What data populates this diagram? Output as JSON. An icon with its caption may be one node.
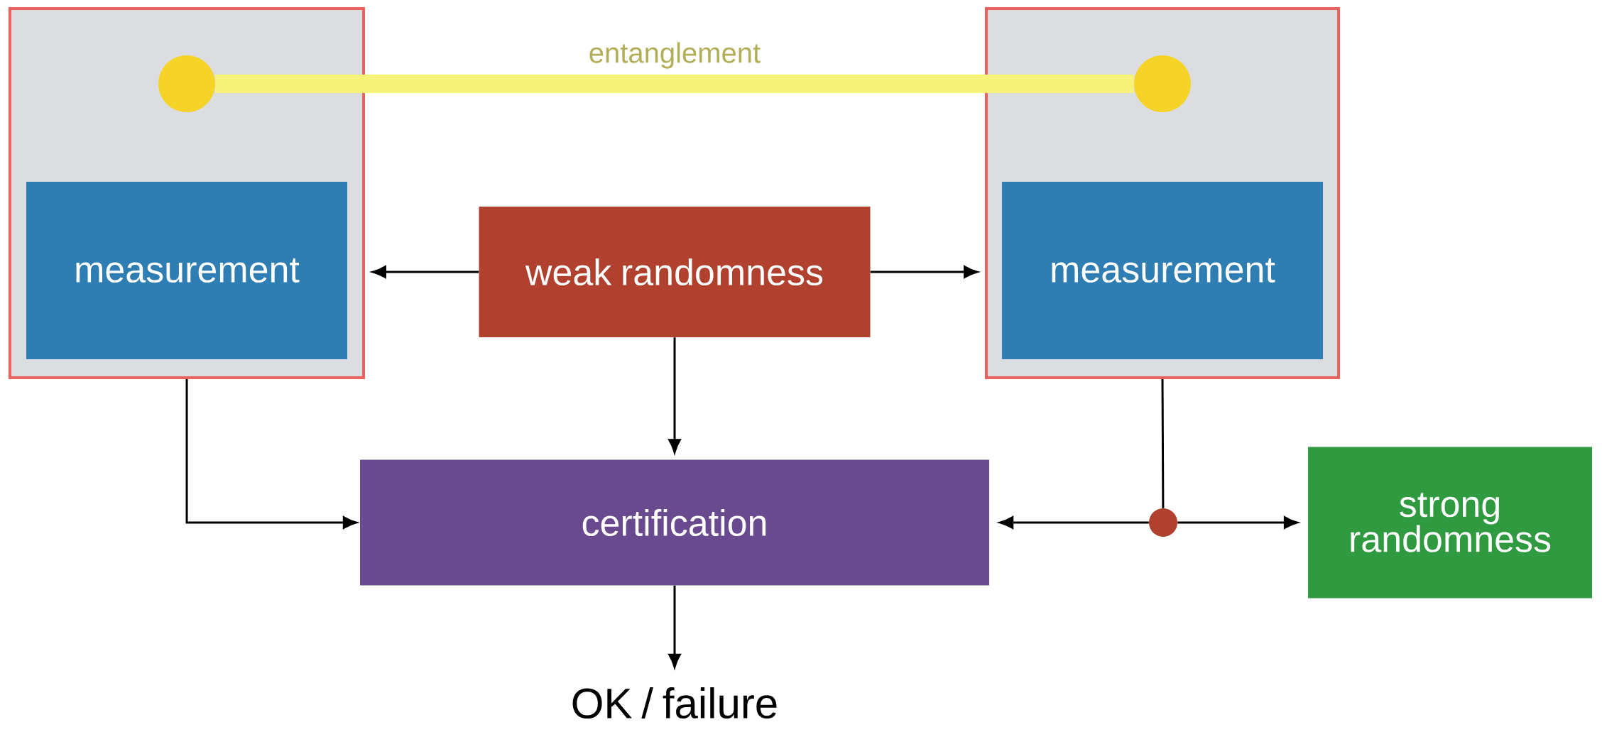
{
  "diagram": {
    "nodes": [
      {
        "text": [],
        "shape": "box"
      },
      {
        "text": [],
        "shape": "circle",
        "in": 0
      },
      {
        "text": [
          "measurement"
        ],
        "in": 0
      },
      {
        "text": [
          "weak randomness"
        ]
      },
      {
        "text": [],
        "shape": "box"
      },
      {
        "text": [],
        "shape": "circle",
        "in": 4
      },
      {
        "text": [
          "measurement"
        ],
        "in": 4
      },
      {
        "text": [
          "certification"
        ]
      },
      {
        "text": [],
        "shape": "circle"
      },
      {
        "text": [
          "strong randomness"
        ]
      },
      {
        "text": [
          "OK / failure"
        ]
      }
    ],
    "edges": [
      {
        "from": 1,
        "to": 5,
        "arrow": "none",
        "label": "entanglement",
        "style": "thick",
        "color": "#f7f27a"
      },
      {
        "from": 3,
        "to": 0,
        "arrow": "to"
      },
      {
        "from": 3,
        "to": 4,
        "arrow": "to"
      },
      {
        "from": 3,
        "to": 7,
        "arrow": "to"
      },
      {
        "from": 0,
        "to": 7,
        "arrow": "to"
      },
      {
        "from": 4,
        "to": 8,
        "arrow": "none"
      },
      {
        "from": 8,
        "to": 7,
        "arrow": "to"
      },
      {
        "from": 8,
        "to": 9,
        "arrow": "to"
      },
      {
        "from": 7,
        "to": 10,
        "arrow": "to"
      }
    ]
  }
}
